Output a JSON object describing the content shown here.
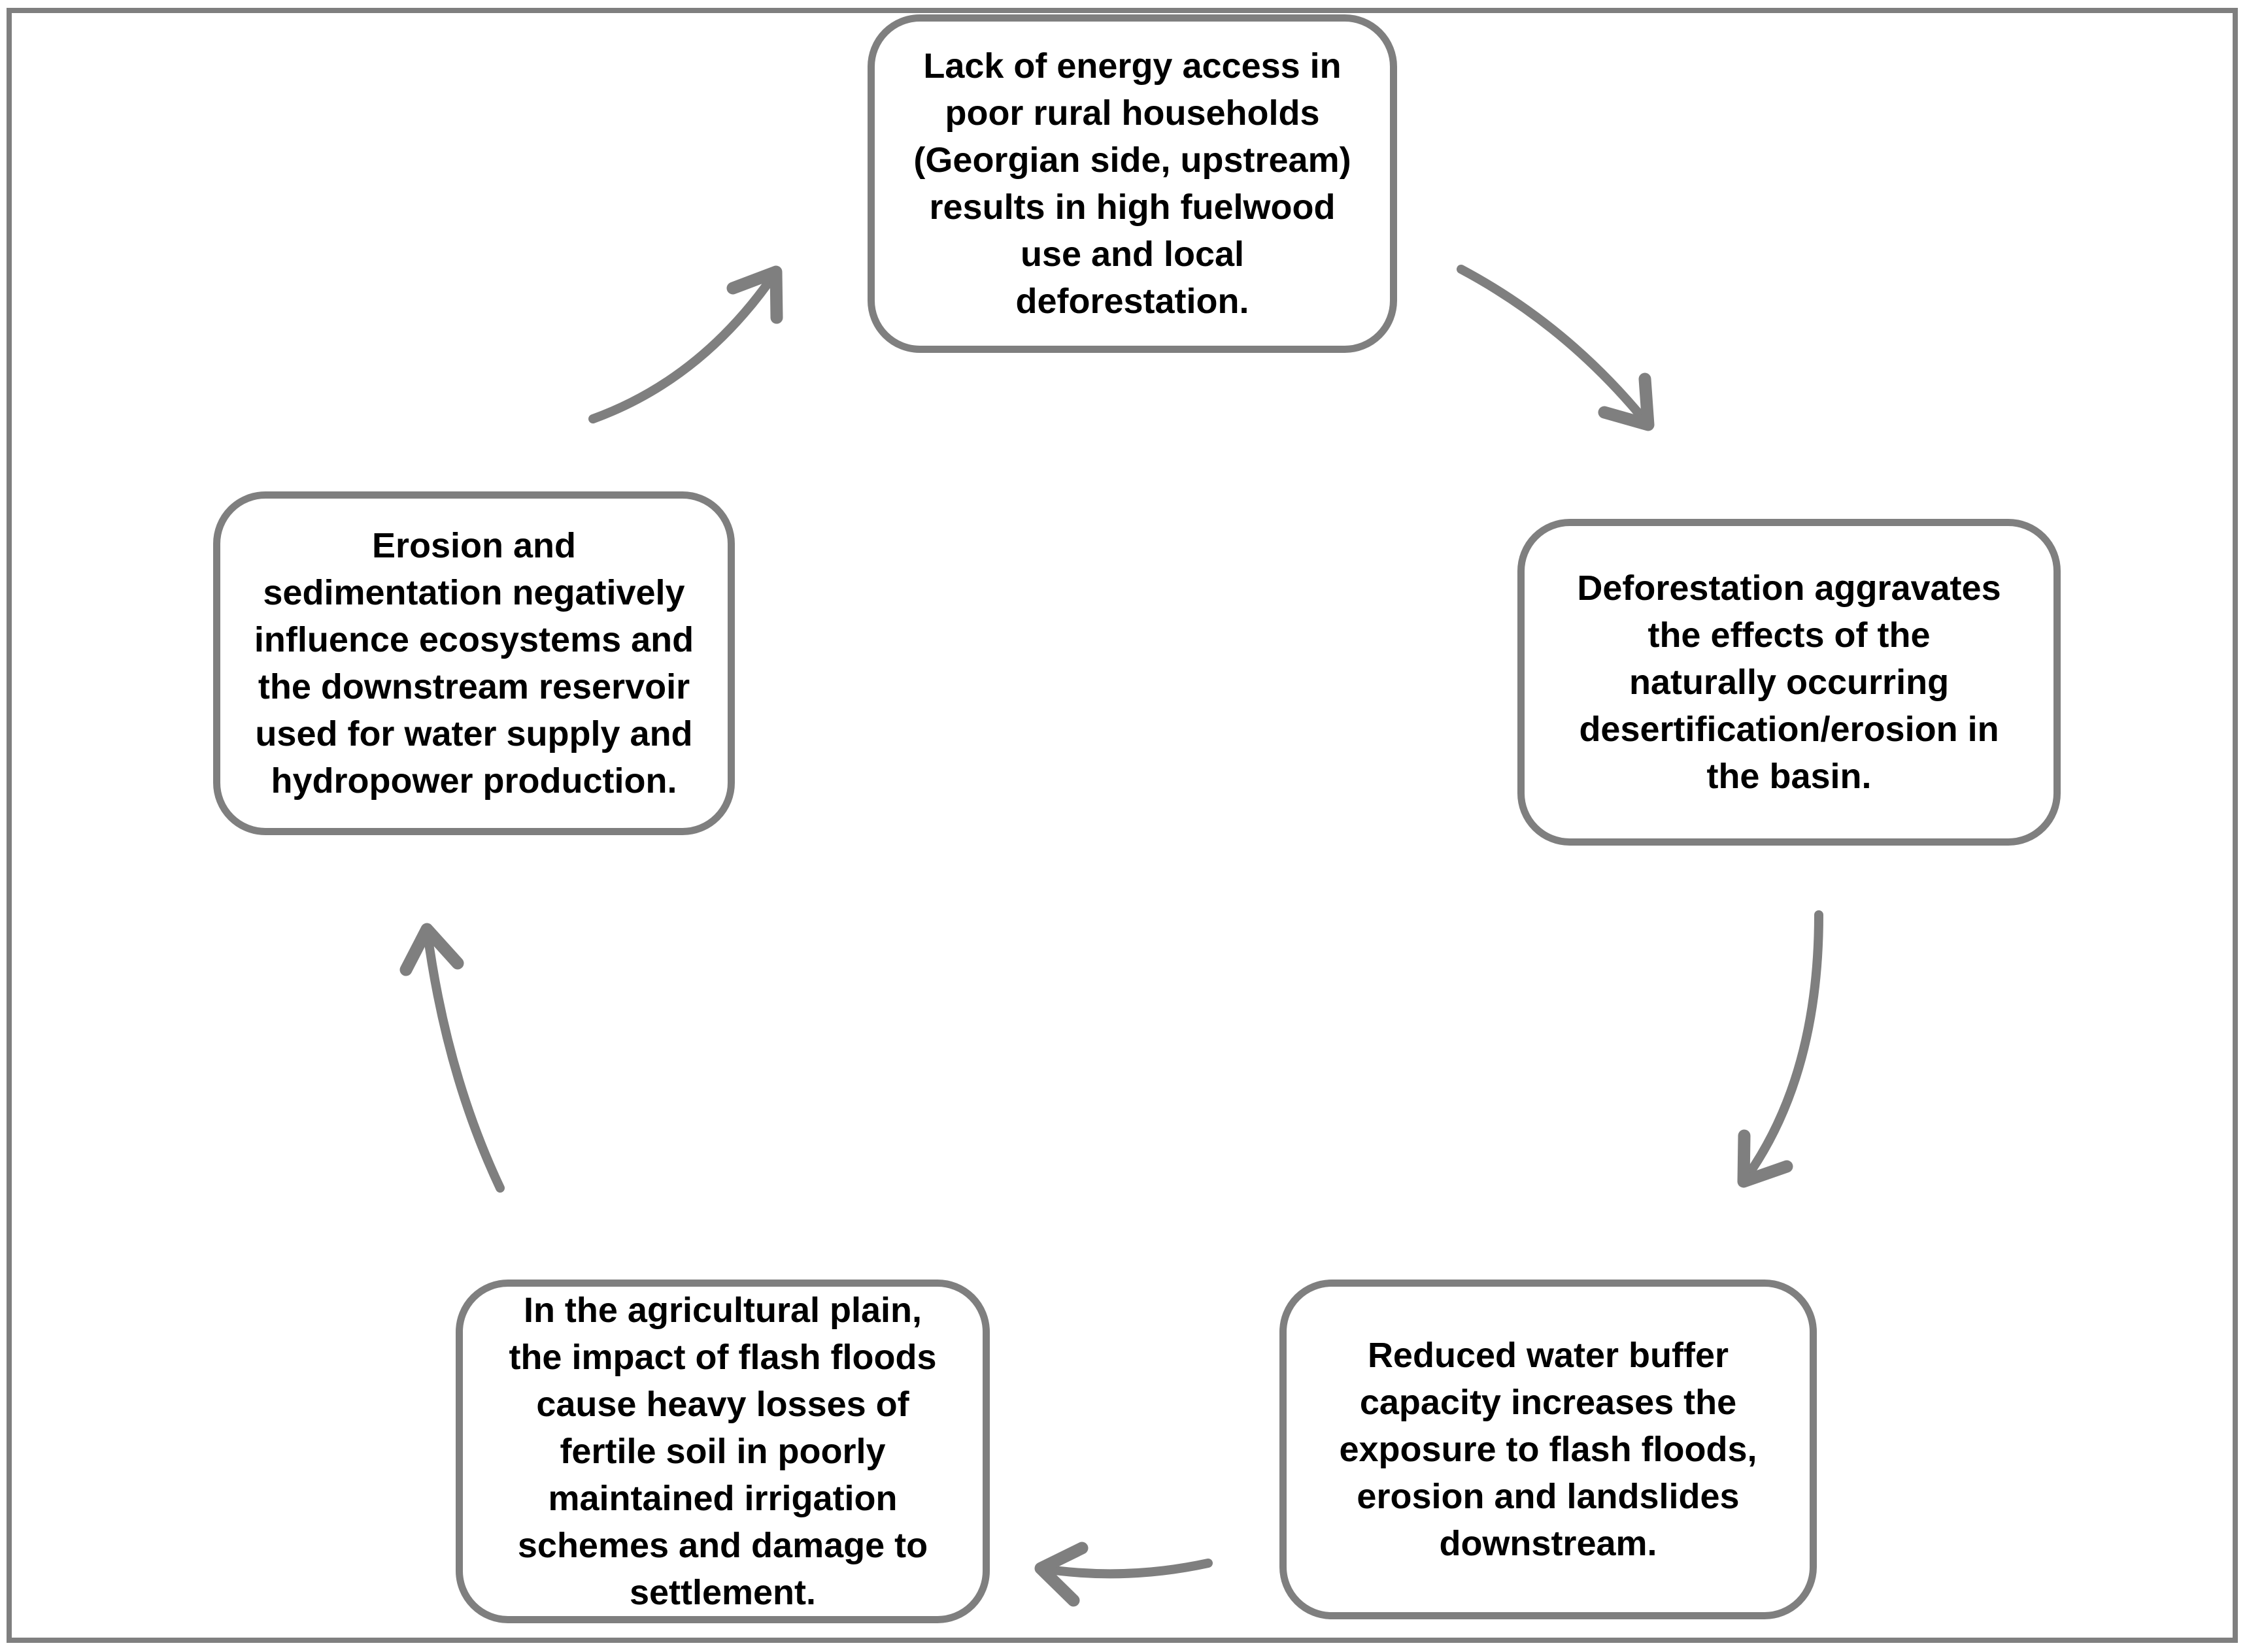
{
  "colors": {
    "line": "#7f7f7f",
    "text": "#000000",
    "background": "#ffffff"
  },
  "diagram": {
    "type": "cycle",
    "description": "Five-node causal loop diagram drawn with gray rounded rectangles and hand-drawn style gray arrows, enclosed in a gray rectangular frame.",
    "boxes": {
      "top": {
        "position": "top-center",
        "label": "Lack of energy access in\npoor rural households\n(Georgian side, upstream)\nresults in  high fuelwood\nuse and local\ndeforestation."
      },
      "right": {
        "position": "middle-right",
        "label": "Deforestation aggravates\nthe effects of the\nnaturally occurring\ndesertification/erosion in\nthe basin."
      },
      "bottom_right": {
        "position": "bottom-right",
        "label": "Reduced water buffer\ncapacity increases the\nexposure to flash floods,\nerosion and landslides\ndownstream."
      },
      "bottom_left": {
        "position": "bottom-left",
        "label": "In the agricultural plain,\nthe impact of flash floods\ncause heavy losses of\nfertile soil in poorly\nmaintained irrigation\nschemes and damage to\nsettlement."
      },
      "left": {
        "position": "middle-left",
        "label": "Erosion and\nsedimentation negatively\ninfluence ecosystems and\nthe downstream reservoir\nused for water supply and\nhydropower production."
      }
    },
    "arrows": [
      {
        "name": "top-to-right",
        "from": "top",
        "to": "right",
        "direction": "clockwise"
      },
      {
        "name": "right-to-bottom-right",
        "from": "right",
        "to": "bottom_right",
        "direction": "clockwise"
      },
      {
        "name": "bottom-right-to-bottom-left",
        "from": "bottom_right",
        "to": "bottom_left",
        "direction": "clockwise"
      },
      {
        "name": "bottom-left-to-left",
        "from": "bottom_left",
        "to": "left",
        "direction": "clockwise"
      },
      {
        "name": "left-to-top",
        "from": "left",
        "to": "top",
        "direction": "clockwise"
      }
    ]
  }
}
